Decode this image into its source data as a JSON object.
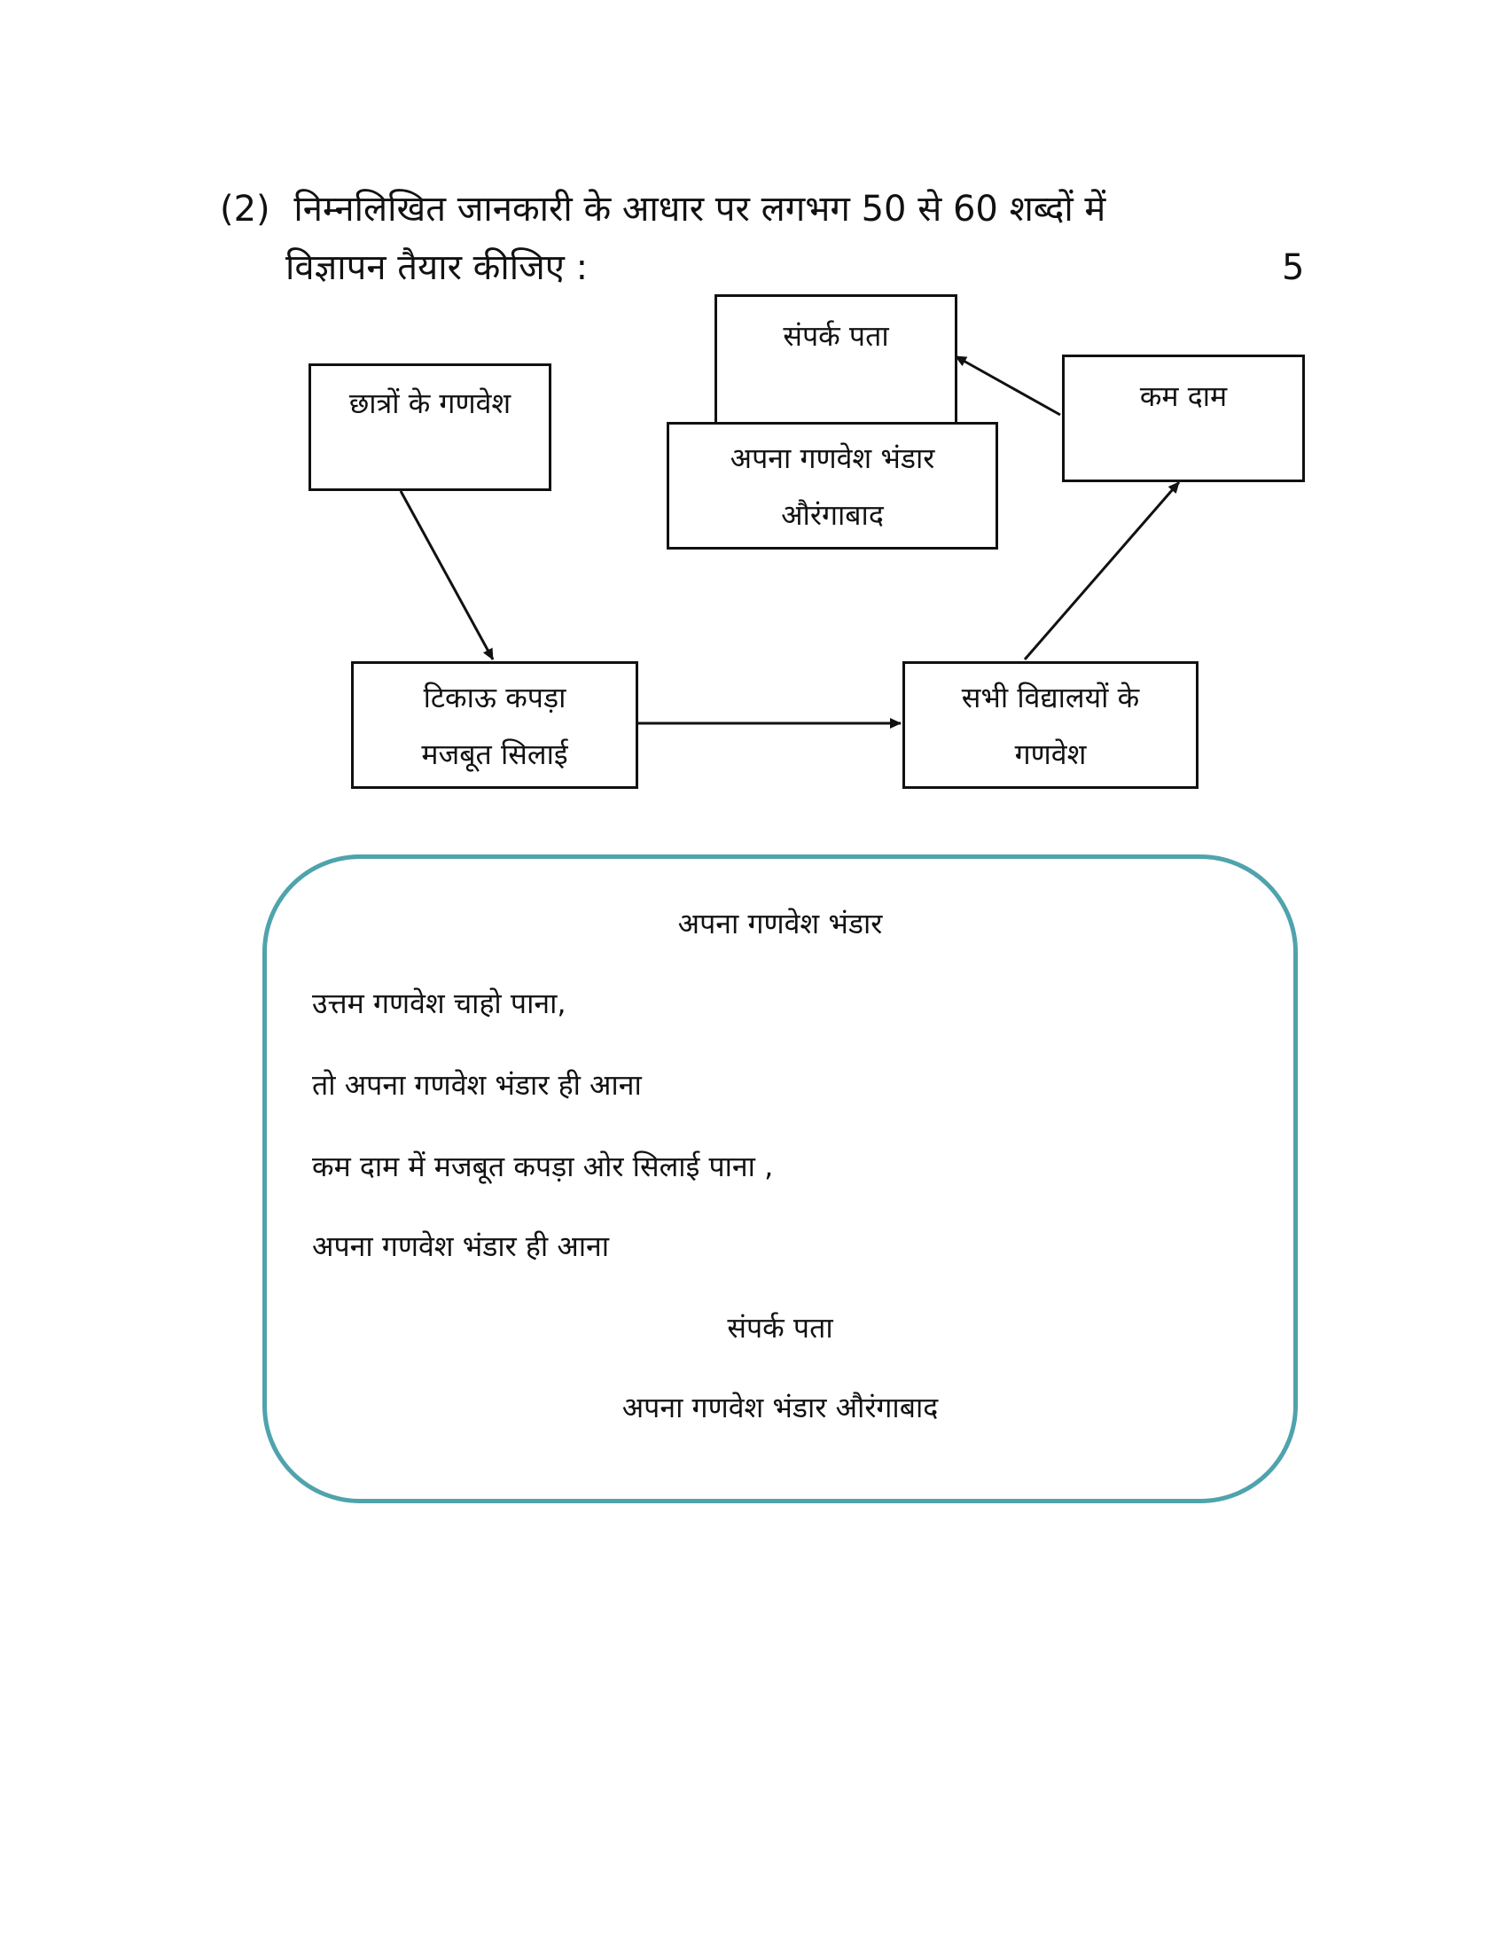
{
  "question": {
    "number": "(2)",
    "line1": "निम्नलिखित जानकारी के आधार पर लगभग 50 से 60 शब्दों में",
    "line2": "विज्ञापन तैयार कीजिए :",
    "marks": "5"
  },
  "diagram": {
    "boxes": {
      "students_uniform": [
        "छात्रों के गणवेश"
      ],
      "contact_address": [
        "संपर्क पता"
      ],
      "store_name": [
        "अपना गणवेश भंडार",
        "औरंगाबाद"
      ],
      "low_price": [
        "कम दाम"
      ],
      "durable_fabric": [
        "टिकाऊ कपड़ा",
        "मजबूत सिलाई"
      ],
      "all_schools": [
        "सभी विद्यालयों के",
        "गणवेश"
      ]
    }
  },
  "advertisement": {
    "title": "अपना गणवेश भंडार",
    "lines": [
      "उत्तम गणवेश चाहो पाना,",
      "तो अपना गणवेश भंडार ही आना",
      "कम दाम में मजबूत कपड़ा ओर सिलाई पाना ,",
      "अपना गणवेश भंडार ही आना"
    ],
    "contact_label": "संपर्क पता",
    "contact_value": "अपना गणवेश भंडार औरंगाबाद"
  },
  "colors": {
    "ad_border": "#4fa3ad",
    "ink": "#111111"
  }
}
